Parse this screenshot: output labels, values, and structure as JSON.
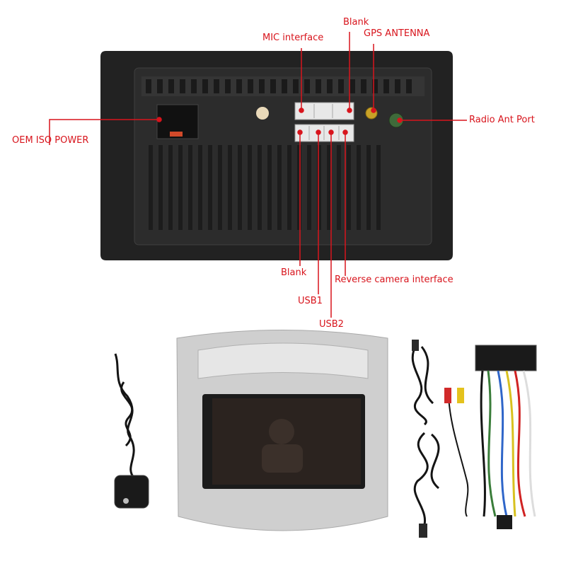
{
  "labels": {
    "blank_top": "Blank",
    "mic_interface": "MIC interface",
    "gps_antenna": "GPS ANTENNA",
    "radio_ant_port": "Radio Ant Port",
    "oem_iso_power": "OEM ISO POWER",
    "blank_bottom": "Blank",
    "reverse_camera_interface": "Reverse camera interface",
    "usb1": "USB1",
    "usb2": "USB2"
  },
  "colors": {
    "callout": "#d8141c",
    "unit_body": "#202020",
    "unit_plate": "#3a3a3a",
    "connector_white": "#e8e8e8",
    "gps_gold": "#c9a227",
    "radio_green": "#3f6a3a",
    "bezel_silver": "#c8c8c8",
    "cable_black": "#141414"
  },
  "icons": {
    "gps_module": "gps-antenna-module-icon",
    "unit_front": "head-unit-front-icon",
    "usb_cable": "usb-cable-icon",
    "rca_cable": "rca-cable-icon",
    "wiring_harness": "wiring-harness-icon"
  }
}
